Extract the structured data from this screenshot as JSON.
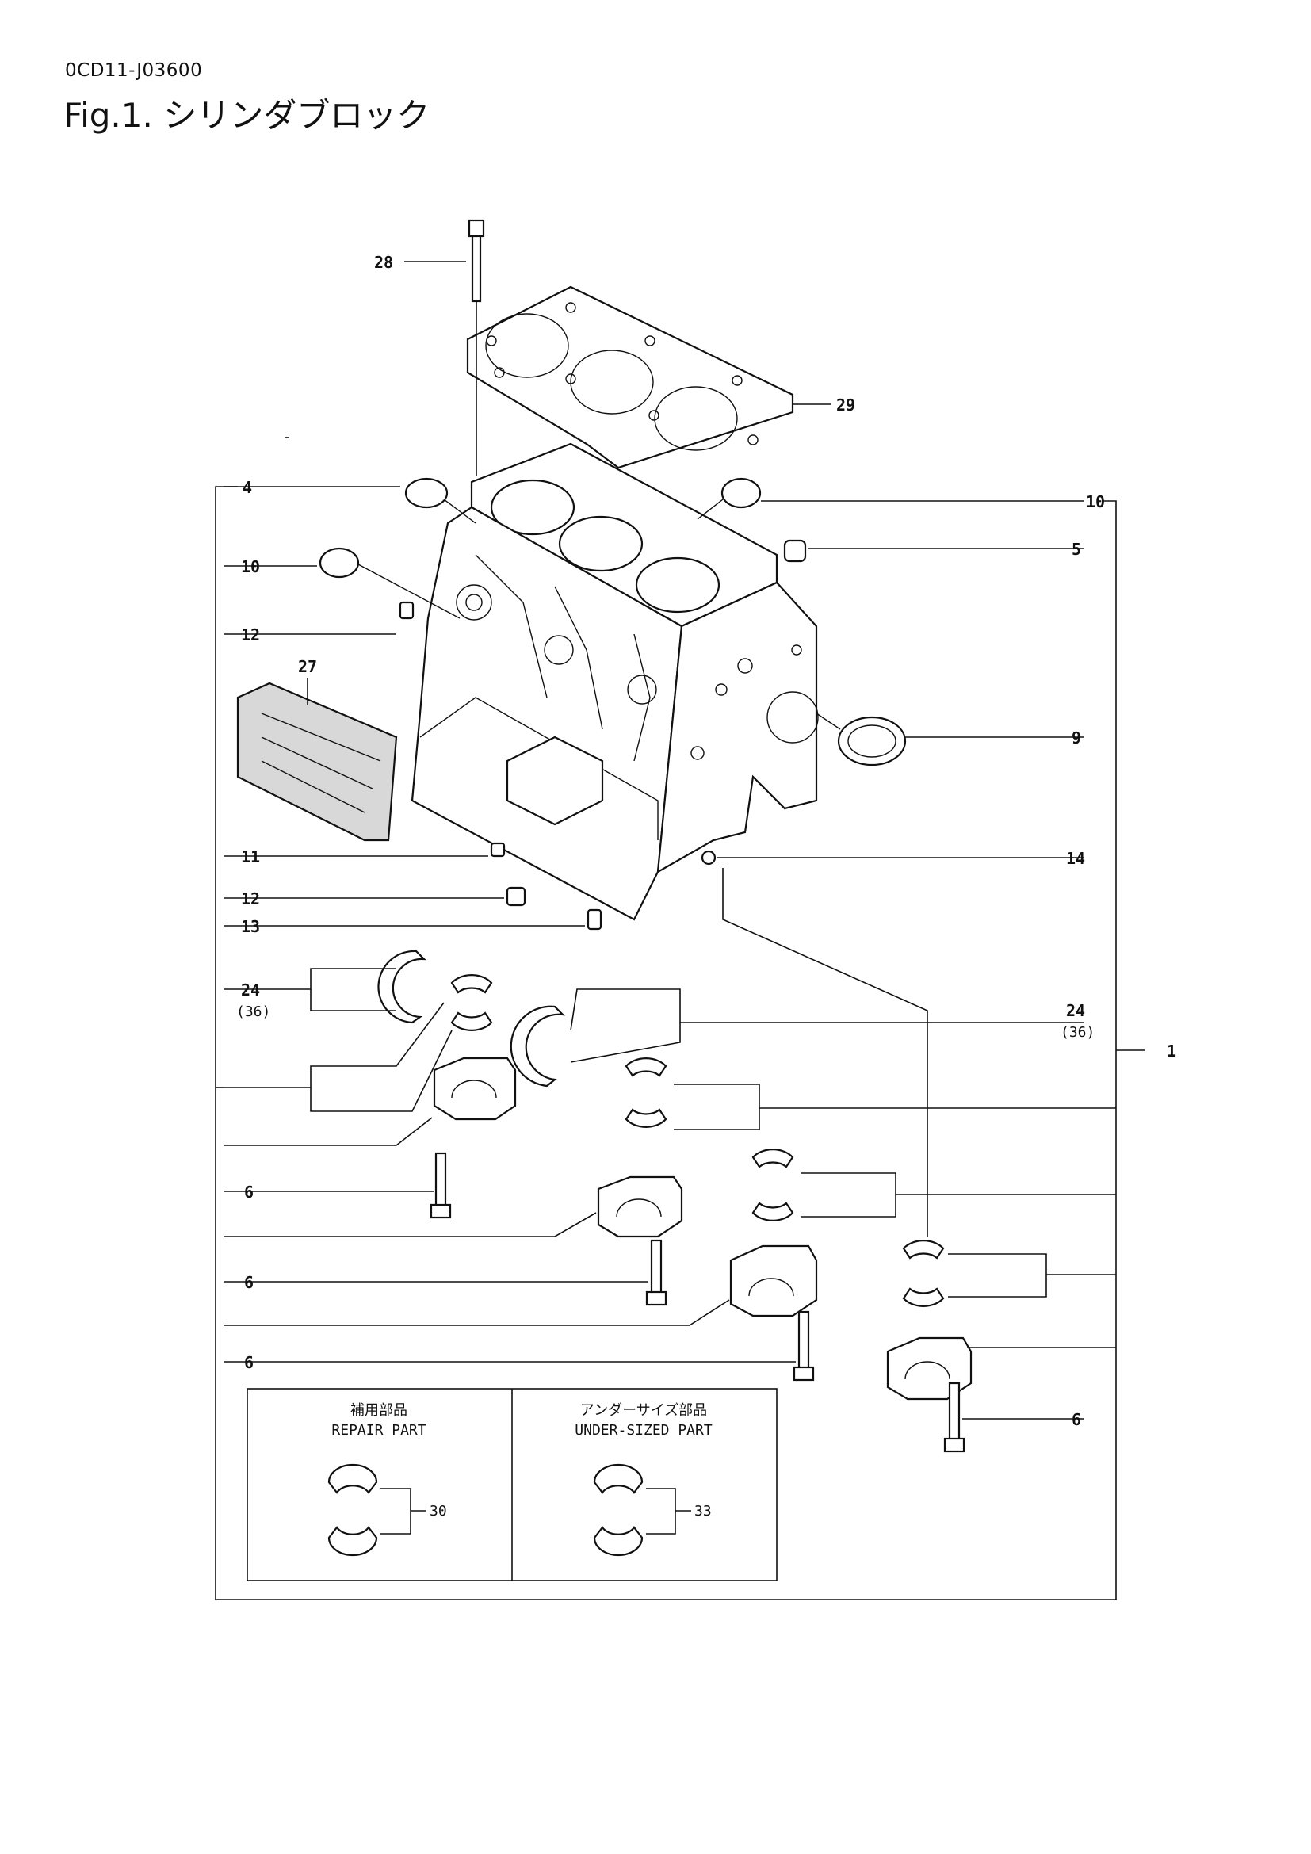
{
  "header": {
    "code": "0CD11-J03600",
    "title": "Fig.1.  シリンダブロック"
  },
  "callouts": {
    "c28": "28",
    "c29": "29",
    "c27": "27",
    "c1": "1",
    "l4": "4",
    "l10": "10",
    "l12a": "12",
    "l11": "11",
    "l12b": "12",
    "l13": "13",
    "l24": "24",
    "l24q": "(36)",
    "l6a": "6",
    "l6b": "6",
    "l6c": "6",
    "r10": "10",
    "r5": "5",
    "r9": "9",
    "r14": "14",
    "r24": "24",
    "r24q": "(36)",
    "r6": "6"
  },
  "inset": {
    "repair": {
      "jp": "補用部品",
      "en": "REPAIR PART",
      "num": "30"
    },
    "undersized": {
      "jp": "アンダーサイズ部品",
      "en": "UNDER-SIZED PART",
      "num": "33"
    }
  }
}
